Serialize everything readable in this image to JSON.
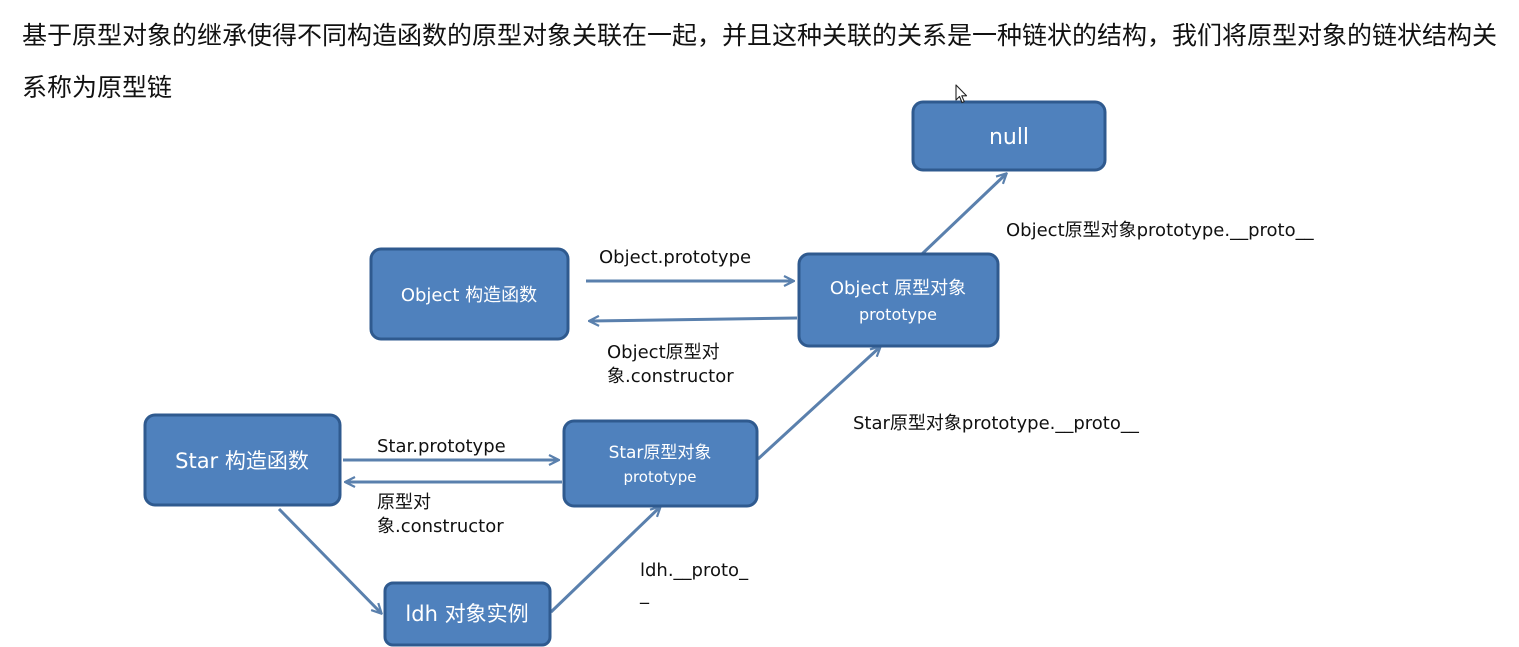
{
  "intro": {
    "text": "基于原型对象的继承使得不同构造函数的原型对象关联在一起，并且这种关联的关系是一种链状的结构，我们将原型对象的链状结构关系称为原型链"
  },
  "diagram": {
    "nodes": {
      "null_box": {
        "line1": "null"
      },
      "object_constructor": {
        "line1": "Object 构造函数"
      },
      "object_prototype": {
        "line1": "Object 原型对象",
        "line2": "prototype"
      },
      "star_constructor": {
        "line1": "Star 构造函数"
      },
      "star_prototype": {
        "line1": "Star原型对象",
        "line2": "prototype"
      },
      "ldh_instance": {
        "line1": "ldh 对象实例"
      }
    },
    "edges": {
      "object_prototype_link": {
        "line1": "Object.prototype"
      },
      "object_constructor_link": {
        "line1": "Object原型对",
        "line2": "象.constructor"
      },
      "object_proto_to_null": {
        "line1": "Object原型对象prototype.__proto__"
      },
      "star_prototype_link": {
        "line1": "Star.prototype"
      },
      "star_constructor_link": {
        "line1": "原型对",
        "line2": "象.constructor"
      },
      "star_proto_to_object": {
        "line1": "Star原型对象prototype.__proto__"
      },
      "ldh_proto_link": {
        "line1": "ldh.__proto_",
        "line2": "_"
      }
    }
  },
  "colors": {
    "node_fill": "#4f81bd",
    "node_border": "#2f5a8f",
    "arrow": "#5a80ad"
  }
}
